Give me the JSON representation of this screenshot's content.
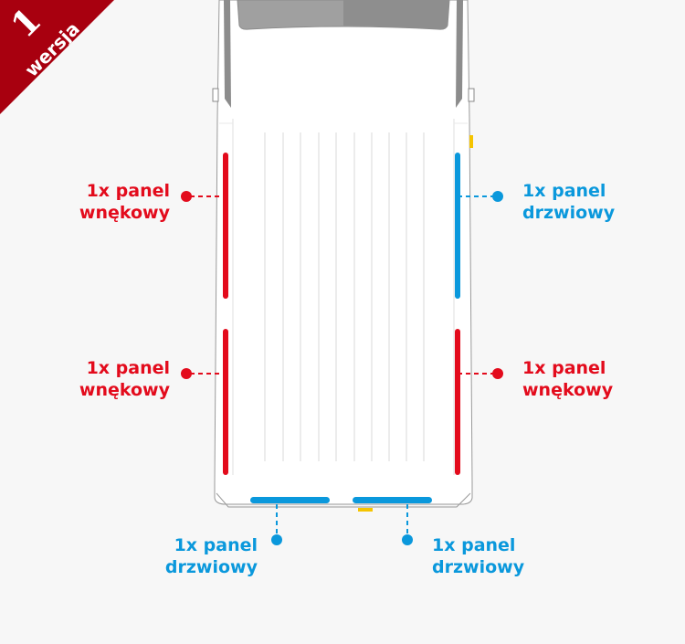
{
  "badge": {
    "number": "1",
    "text": "wersja",
    "color": "#a8000f"
  },
  "colors": {
    "red": "#e30b1c",
    "blue": "#0a98dc",
    "van_body": "#ffffff",
    "background": "#f7f7f7"
  },
  "labels": {
    "left_top": {
      "line1": "1x panel",
      "line2": "wnękowy"
    },
    "left_bottom": {
      "line1": "1x panel",
      "line2": "wnękowy"
    },
    "right_top": {
      "line1": "1x panel",
      "line2": "drzwiowy"
    },
    "right_bottom": {
      "line1": "1x panel",
      "line2": "wnękowy"
    },
    "rear_left": {
      "line1": "1x panel",
      "line2": "drzwiowy"
    },
    "rear_right": {
      "line1": "1x panel",
      "line2": "drzwiowy"
    }
  }
}
